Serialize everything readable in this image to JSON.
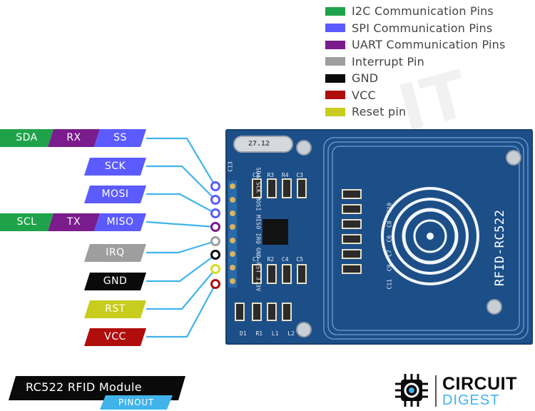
{
  "legend": [
    {
      "label": "I2C Communication Pins",
      "color": "#1fa34a"
    },
    {
      "label": "SPI Communication Pins",
      "color": "#5b5bff"
    },
    {
      "label": "UART Communication Pins",
      "color": "#7a1c8c"
    },
    {
      "label": "Interrupt Pin",
      "color": "#9e9e9e"
    },
    {
      "label": "GND",
      "color": "#0a0a0a"
    },
    {
      "label": "VCC",
      "color": "#b00d0d"
    },
    {
      "label": "Reset pin",
      "color": "#c8cc1c"
    }
  ],
  "pins": {
    "sda": "SDA",
    "rx": "RX",
    "ss": "SS",
    "sck": "SCK",
    "mosi": "MOSI",
    "scl": "SCL",
    "tx": "TX",
    "miso": "MISO",
    "irq": "IRQ",
    "gnd": "GND",
    "rst": "RST",
    "vcc": "VCC"
  },
  "colors": {
    "i2c": "#1fa34a",
    "spi": "#5b5bff",
    "uart": "#7a1c8c",
    "irq": "#9e9e9e",
    "gnd": "#0a0a0a",
    "vcc": "#b00d0d",
    "rst": "#c8cc1c",
    "wire": "#40b4ea",
    "board": "#1c4f88"
  },
  "board": {
    "model": "RFID-RC522",
    "crystal": "27.12",
    "header_labels": "SDA SCK MOSI MISO IRQ GND RST 3.3V",
    "caps_right": "C11 C9 C7 C6 C8 C10",
    "top_parts": "C2 R3 R4 C3",
    "mid_parts": "C1 R2 C4 C5",
    "bottom_parts": "D1 R1 L1 L2",
    "c13": "C13"
  },
  "footer": {
    "title": "RC522 RFID Module",
    "subtitle": "PINOUT"
  },
  "brand": {
    "line1": "CIRCUIT",
    "line2": "DIGEST"
  }
}
